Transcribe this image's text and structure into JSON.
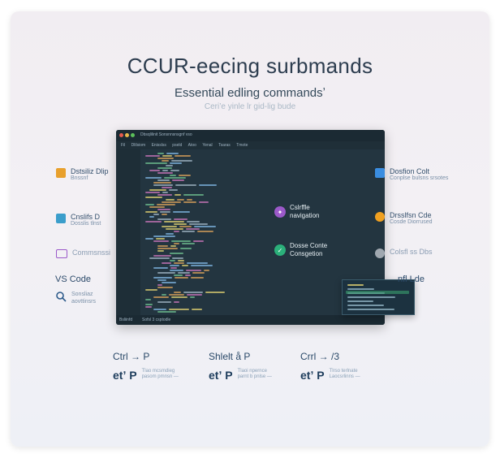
{
  "header": {
    "title": "CCUR-eecing surbmands",
    "subtitle": "Essential edling commandsʼ",
    "tagline": "Ceri’e yinle lr gid-lig bude"
  },
  "left_features": [
    {
      "icon": "folder-icon",
      "color": "#e8a02c",
      "title": "Dstsiliz Dlip",
      "desc": "Bnssnf"
    },
    {
      "icon": "terminal-icon",
      "color": "#3b9ecb",
      "title": "Cnslifs D",
      "desc": "Dosslis tlnst"
    },
    {
      "icon": "command-icon",
      "color": "#9b59c9",
      "title": "Commsnssi",
      "desc": ""
    }
  ],
  "vscode": {
    "label": "VS Code",
    "search_desc1": "Sonsliaz",
    "search_desc2": "aovttinsrs"
  },
  "right_features": [
    {
      "icon": "file-icon",
      "color": "#3a8de0",
      "title": "Dosfion Colt",
      "desc": "Conplse bulsns srsotes"
    },
    {
      "icon": "palette-icon",
      "color": "#f0a020",
      "title": "Drsslfsn Cde",
      "desc": "Cosde Diorrused"
    },
    {
      "icon": "gear-icon",
      "color": "#a0a8b0",
      "title": "Colsfl ss Dbs",
      "desc": ""
    },
    {
      "icon": "code-icon",
      "color": "#2c4a6a",
      "title": "nfl Lde",
      "desc": ""
    }
  ],
  "editor": {
    "window_title": "Dbsqlilinit   Sonsnnsnsgnf   vso",
    "menu": [
      "Fil",
      "Dlilsiom",
      "Enisslss",
      "pseld",
      "Atoo",
      "Yenal",
      "Tsaras",
      "Tmote"
    ],
    "callout1": {
      "line1": "Cslrffle",
      "line2": "navigation"
    },
    "callout2": {
      "line1": "Dosse Conte",
      "line2": "Consgetion"
    },
    "status_left": "Bsliinfd",
    "status_mid": "Sofsl  3 csptodle"
  },
  "shortcuts": [
    {
      "keys": "Ctrl → P",
      "big": "etʼ P",
      "desc1": "Tlao mcsmdieg",
      "desc2": "pasom pmnsn —"
    },
    {
      "keys": "Shlelt å P",
      "big": "etʼ P",
      "desc1": "Tlaoi npernce",
      "desc2": "parnt b pnlse —"
    },
    {
      "keys": "Crrl → /3",
      "big": "etʼ P",
      "desc1": "Tlrso terlnate",
      "desc2": "Laocsrlinns —"
    }
  ]
}
